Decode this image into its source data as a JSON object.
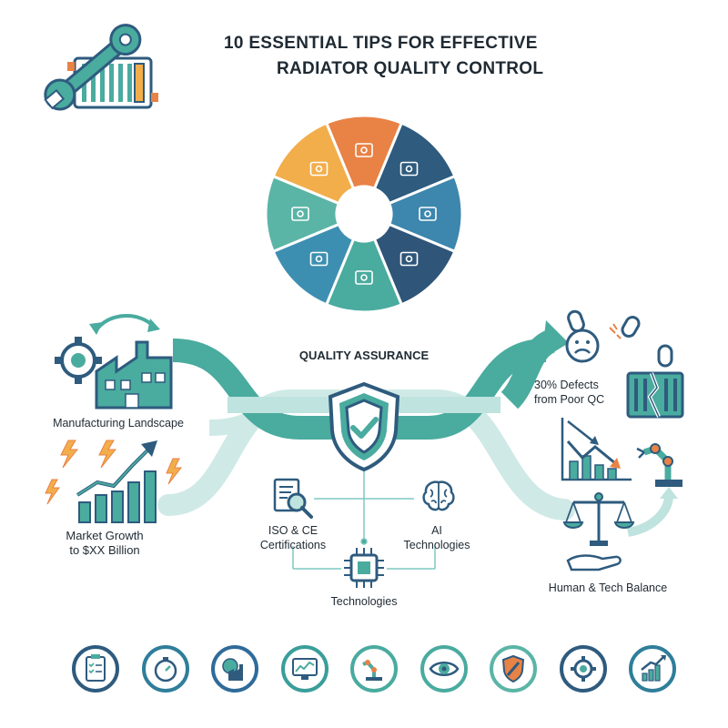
{
  "title": {
    "line1": "10 ESSENTIAL TIPS FOR EFFECTIVE",
    "line2": "RADIATOR QUALITY CONTROL"
  },
  "center_label": "QUALITY ASSURANCE",
  "left": {
    "manufacturing": "Manufacturing Landscape",
    "market_line1": "Market Growth",
    "market_line2": "to $XX Billion"
  },
  "middle": {
    "iso_line1": "ISO & CE",
    "iso_line2": "Certifications",
    "ai_line1": "AI",
    "ai_line2": "Technologies",
    "tech": "Technologies"
  },
  "right": {
    "defects_line1": "30% Defects",
    "defects_line2": "from Poor QC",
    "balance": "Human & Tech Balance"
  },
  "wheel_segments": [
    {
      "icon": "radiator-wrench-icon",
      "color": "#e98245"
    },
    {
      "icon": "tools-icon",
      "color": "#2e5b7e"
    },
    {
      "icon": "lightbulb-icon",
      "color": "#3d86ad"
    },
    {
      "icon": "radiator-chip-icon",
      "color": "#2f5579"
    },
    {
      "icon": "magnifier-shield-icon",
      "color": "#4aab9f"
    },
    {
      "icon": "circuit-icon",
      "color": "#3d8fb1"
    },
    {
      "icon": "gear-icon",
      "color": "#5bb5a6"
    },
    {
      "icon": "radiator-icon",
      "color": "#f2ae4b"
    }
  ],
  "bottom_icons": [
    {
      "icon": "clipboard-checklist-icon",
      "ring": "#2e5b7e"
    },
    {
      "icon": "stopwatch-icon",
      "ring": "#2f7e9a"
    },
    {
      "icon": "globe-factory-icon",
      "ring": "#2f6b9a"
    },
    {
      "icon": "monitor-chart-icon",
      "ring": "#3a9e9a"
    },
    {
      "icon": "robot-arm-icon",
      "ring": "#4aab9f"
    },
    {
      "icon": "eye-icon",
      "ring": "#4aab9f"
    },
    {
      "icon": "shield-wrench-icon",
      "ring": "#5bb5a6"
    },
    {
      "icon": "gear-icon",
      "ring": "#2e5b7e"
    },
    {
      "icon": "growth-bars-icon",
      "ring": "#2f7e9a"
    }
  ],
  "colors": {
    "teal": "#4aab9f",
    "light_teal": "#bfe3df",
    "navy": "#2e5b7e",
    "orange": "#e98245",
    "yellow": "#f2ae4b"
  }
}
